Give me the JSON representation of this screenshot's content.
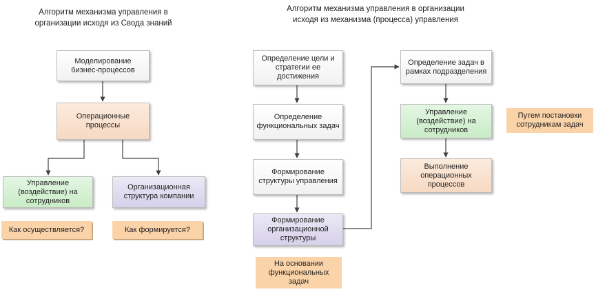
{
  "left": {
    "title": "Алгоритм механизма управления в\nорганизации исходя из Свода знаний",
    "boxes": {
      "modeling": "Моделирование\nбизнес-процессов",
      "operational": "Операционные\nпроцессы",
      "management": "Управление\n(воздействие) на\nсотрудников",
      "org_structure": "Организационная\nструктура компании"
    },
    "notes": {
      "how_done": "Как осуществляется?",
      "how_formed": "Как формируется?"
    }
  },
  "right": {
    "title": "Алгоритм механизма управления в организации\nисходя из механизма (процесса) управления",
    "boxes": {
      "goal": "Определение цели и\nстратегии ее\nдостижения",
      "functional_tasks": "Определение\nфункциональных задач",
      "mgmt_structure": "Формирование\nструктуры управления",
      "org_structure": "Формирование\nорганизационной\nструктуры",
      "dept_tasks": "Определение задач в\nрамках подразделения",
      "management": "Управление\n(воздействие) на\nсотрудников",
      "execution": "Выполнение\nоперационных\nпроцессов"
    },
    "notes": {
      "based_on": "На основании\nфункциональных\nзадач",
      "by_assigning": "Путем постановки\nсотрудникам задач"
    }
  }
}
